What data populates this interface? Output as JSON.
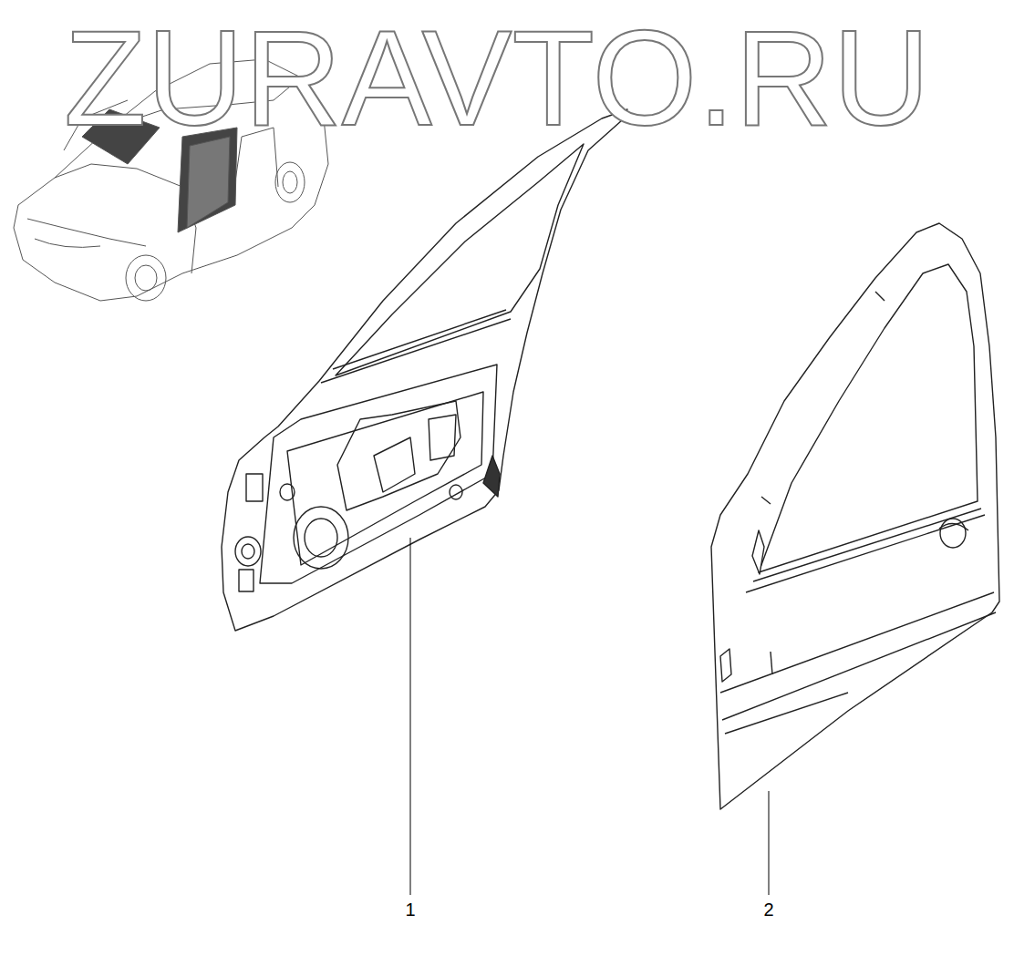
{
  "diagram": {
    "labels": [
      "ZURAVTO.RU",
      "1",
      "2"
    ]
  }
}
